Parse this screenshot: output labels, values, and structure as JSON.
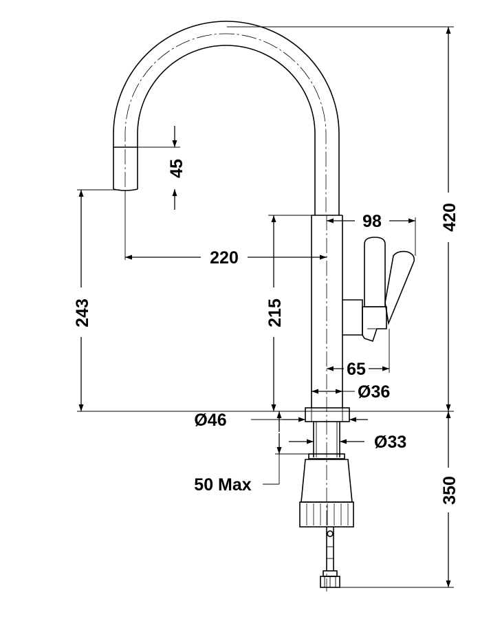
{
  "dimensions": {
    "spout_outlet_height": "45",
    "spout_reach": "220",
    "outlet_height": "243",
    "body_height": "215",
    "handle_reach": "98",
    "handle_offset": "65",
    "body_diameter": "Ø36",
    "base_diameter": "Ø46",
    "shank_diameter": "Ø33",
    "max_countertop_thickness": "50 Max",
    "total_height": "420",
    "hose_length": "350"
  }
}
